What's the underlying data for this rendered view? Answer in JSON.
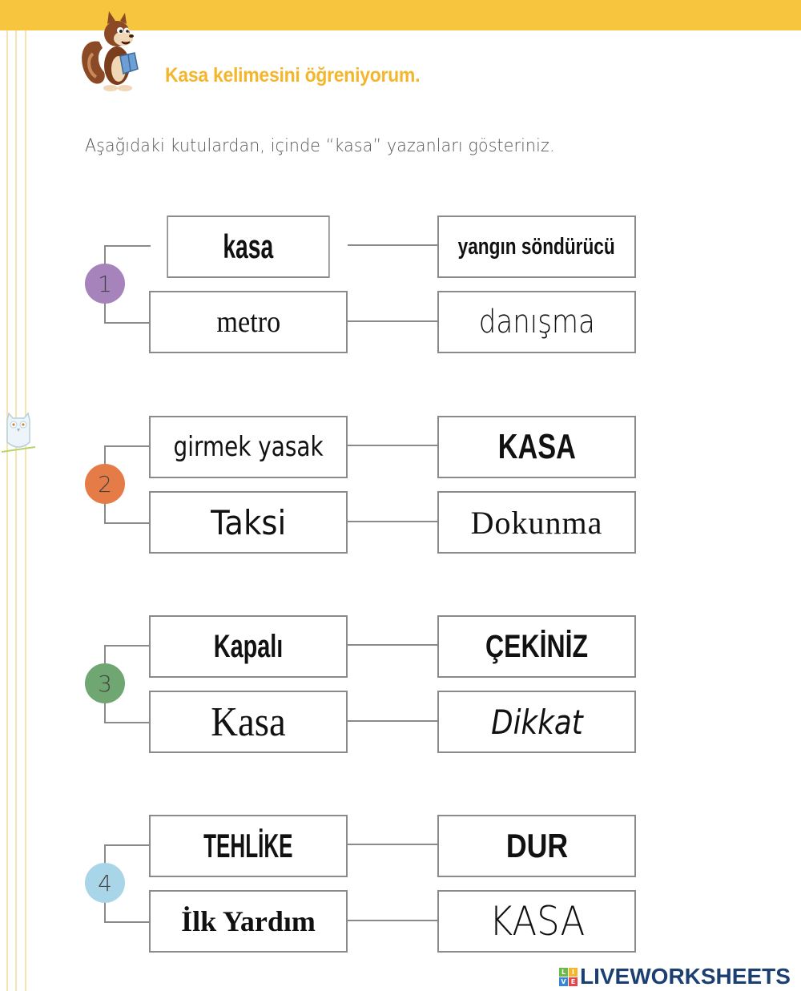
{
  "header": {
    "band_color": "#f7c63e",
    "mascot": "squirrel-reading-book",
    "title": "Kasa kelimesini öğreniyorum.",
    "title_color": "#f4b62d"
  },
  "instruction": "Aşağıdaki kutulardan, içinde “kasa” yazanları gösteriniz.",
  "decorations": {
    "side_owl": "owl-on-branch"
  },
  "groups": [
    {
      "number": "1",
      "color": "#a683bb",
      "boxes": [
        {
          "text": "kasa",
          "style": "bold-cond",
          "size": 42
        },
        {
          "text": "yangın söndürücü",
          "style": "bold-cond",
          "size": 29
        },
        {
          "text": "metro",
          "style": "serif-cond",
          "size": 38
        },
        {
          "text": "danışma",
          "style": "hand",
          "size": 40
        }
      ]
    },
    {
      "number": "2",
      "color": "#e57b46",
      "boxes": [
        {
          "text": "girmek yasak",
          "style": "sans",
          "size": 34
        },
        {
          "text": "KASA",
          "style": "bold-cond",
          "size": 44
        },
        {
          "text": "Taksi",
          "style": "sans",
          "size": 42
        },
        {
          "text": "Dokunma",
          "style": "serif",
          "size": 40
        }
      ]
    },
    {
      "number": "3",
      "color": "#6fa672",
      "boxes": [
        {
          "text": "Kapalı",
          "style": "bold-cond",
          "size": 40
        },
        {
          "text": "ÇEKİNİZ",
          "style": "bold-cond",
          "size": 40
        },
        {
          "text": "Kasa",
          "style": "serif-cond",
          "size": 52
        },
        {
          "text": "Dikkat",
          "style": "hand",
          "size": 42
        }
      ]
    },
    {
      "number": "4",
      "color": "#a8d5e8",
      "boxes": [
        {
          "text": "TEHLİKE",
          "style": "bold-cond",
          "size": 42
        },
        {
          "text": "DUR",
          "style": "bold-cond",
          "size": 42
        },
        {
          "text": "İlk Yardım",
          "style": "serif-bold",
          "size": 36
        },
        {
          "text": "KASA",
          "style": "hand",
          "size": 50
        }
      ]
    }
  ],
  "footer": {
    "logo_letters": [
      "L",
      "I",
      "V",
      "E"
    ],
    "logo_colors": [
      "#6dba4c",
      "#f4b62d",
      "#3a86d6",
      "#e2474a"
    ],
    "logo_text": "LIVEWORKSHEETS"
  }
}
